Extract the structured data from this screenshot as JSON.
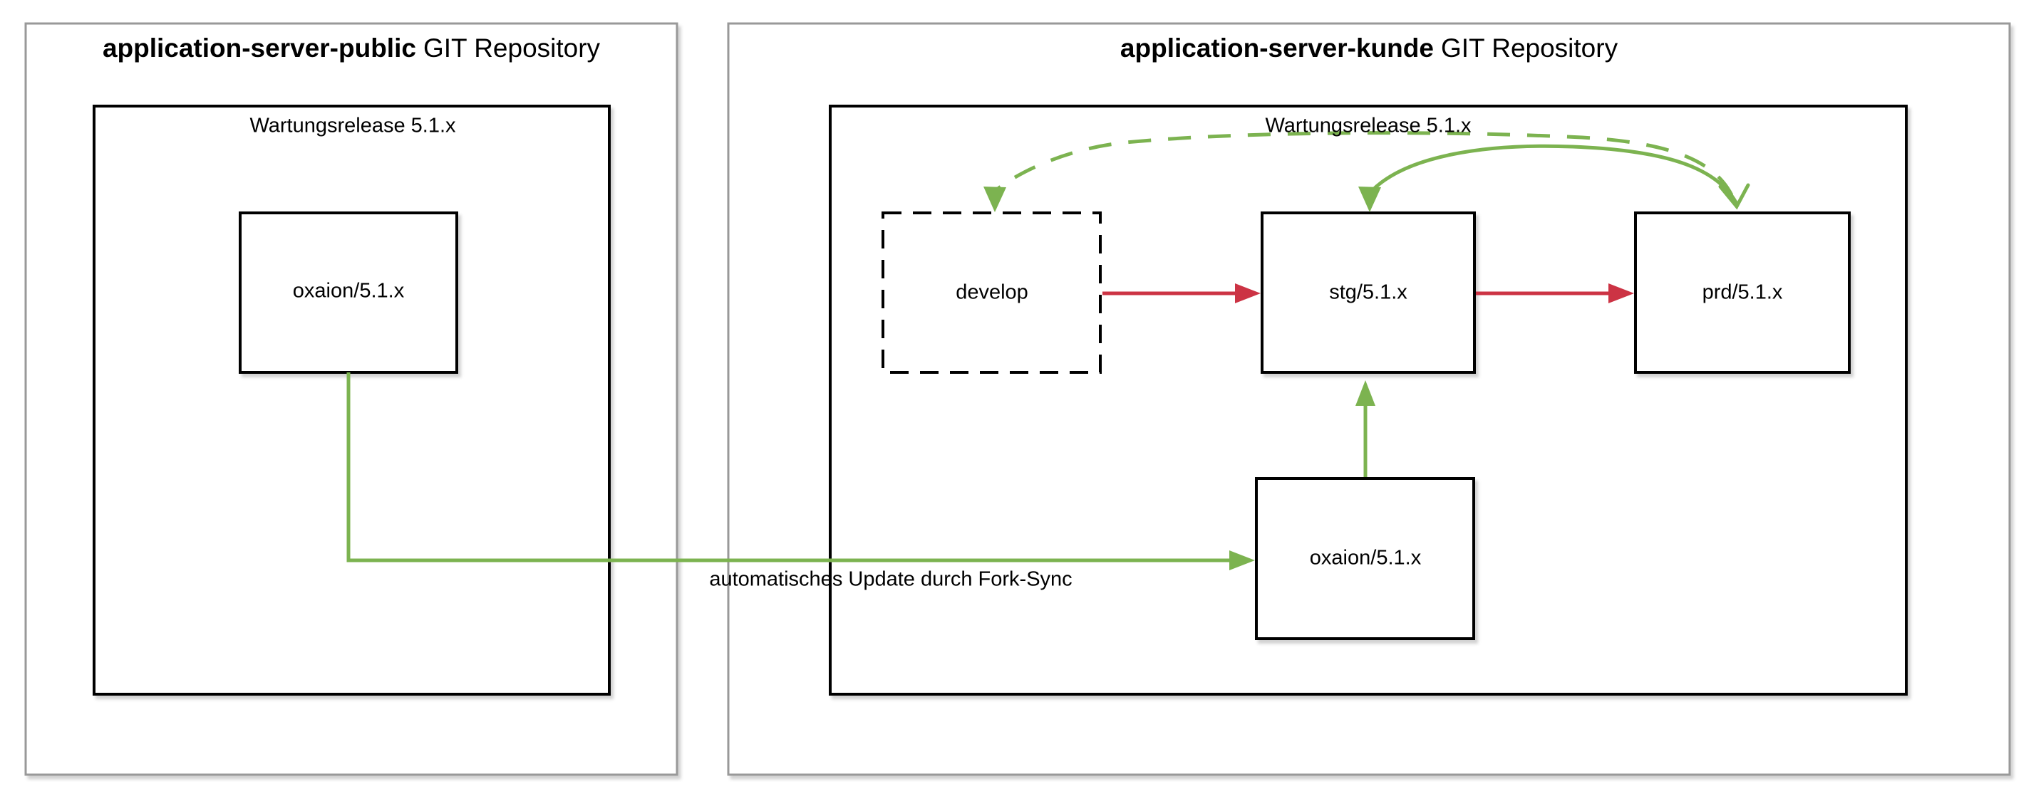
{
  "colors": {
    "green": "#7CB350",
    "red": "#CC3344",
    "container_border": "#999999",
    "box_border": "#000000",
    "text": "#000000"
  },
  "public_repo": {
    "title_bold": "application-server-public",
    "title_suffix": "GIT Repository",
    "group_label": "Wartungsrelease 5.1.x",
    "branch_oxaion": "oxaion/5.1.x"
  },
  "kunde_repo": {
    "title_bold": "application-server-kunde",
    "title_suffix": "GIT Repository",
    "group_label": "Wartungsrelease 5.1.x",
    "branch_develop": "develop",
    "branch_stg": "stg/5.1.x",
    "branch_prd": "prd/5.1.x",
    "branch_oxaion": "oxaion/5.1.x"
  },
  "edges": {
    "fork_sync_label": "automatisches Update durch Fork-Sync"
  }
}
